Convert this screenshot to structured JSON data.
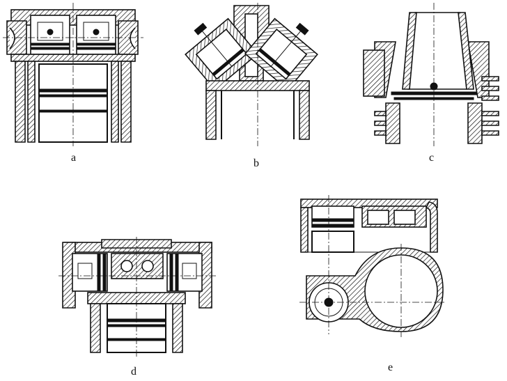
{
  "figure": {
    "views": [
      {
        "id": "a",
        "label": "a"
      },
      {
        "id": "b",
        "label": "b"
      },
      {
        "id": "c",
        "label": "c"
      },
      {
        "id": "d",
        "label": "d"
      },
      {
        "id": "e",
        "label": "e"
      }
    ]
  }
}
